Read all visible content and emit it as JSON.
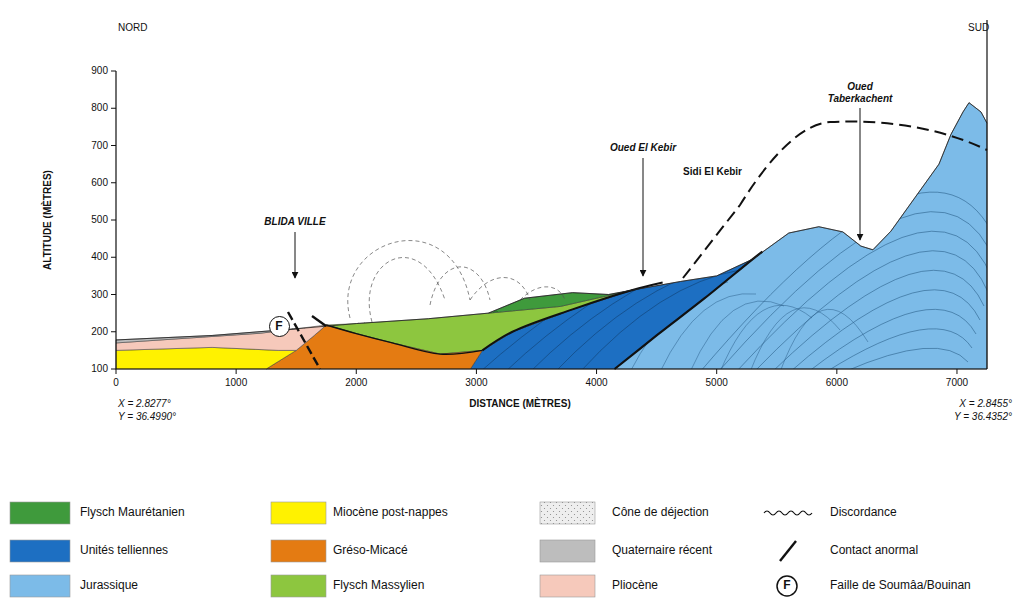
{
  "diagram": {
    "nodes": [
      {
        "text": [
          "F"
        ]
      }
    ],
    "labels": [
      "NORD",
      "SUD",
      "900",
      "800",
      "700",
      "600",
      "500",
      "400",
      "300",
      "200",
      "100",
      "ALTITUDE (MÈTRES)",
      "0",
      "1000",
      "2000",
      "3000",
      "4000",
      "5000",
      "6000",
      "7000",
      "DISTANCE (MÈTRES)",
      "BLIDA VILLE",
      "Oued El Kebir",
      "Oued Taberkachent",
      "Sidi El Kebir",
      "X = 2.8277°",
      "Y = 36.4990°",
      "X = 2.8455°",
      "Y = 36.4352°",
      "F"
    ],
    "legend": [
      {
        "text": "Flysch Maurétanien",
        "color": "#3f9a3c"
      },
      {
        "text": "Miocène post-nappes",
        "color": "#fff200"
      },
      {
        "text": "Cône de déjection",
        "color": "#eeeeee"
      },
      {
        "text": "Discordance"
      },
      {
        "text": "Unités telliennes",
        "color": "#1d6fc2"
      },
      {
        "text": "Gréso-Micacé",
        "color": "#e47b12"
      },
      {
        "text": "Quaternaire récent",
        "color": "#bdbdbd"
      },
      {
        "text": "Contact anormal"
      },
      {
        "text": "Jurassique",
        "color": "#7cbbe8"
      },
      {
        "text": "Flysch Massylien",
        "color": "#8dc63f"
      },
      {
        "text": "Pliocène",
        "color": "#f6c9bb"
      },
      {
        "text": "Faille de Soumâa/Bouinan"
      }
    ]
  }
}
